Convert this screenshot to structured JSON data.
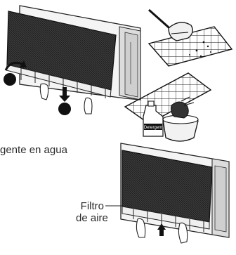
{
  "labels": {
    "caption": "gente en agua",
    "filter_line1": "Filtro",
    "filter_line2": "de aire",
    "detergent": "Detergent"
  },
  "icons": [
    "hand-icon",
    "arrow-down-icon",
    "arrow-up-icon",
    "rotate-arrow-icon",
    "vacuum-brush-icon",
    "detergent-bottle-icon",
    "wash-basin-icon"
  ],
  "colors": {
    "ink": "#222222",
    "panel": "#2b2b2b",
    "background": "#ffffff"
  }
}
